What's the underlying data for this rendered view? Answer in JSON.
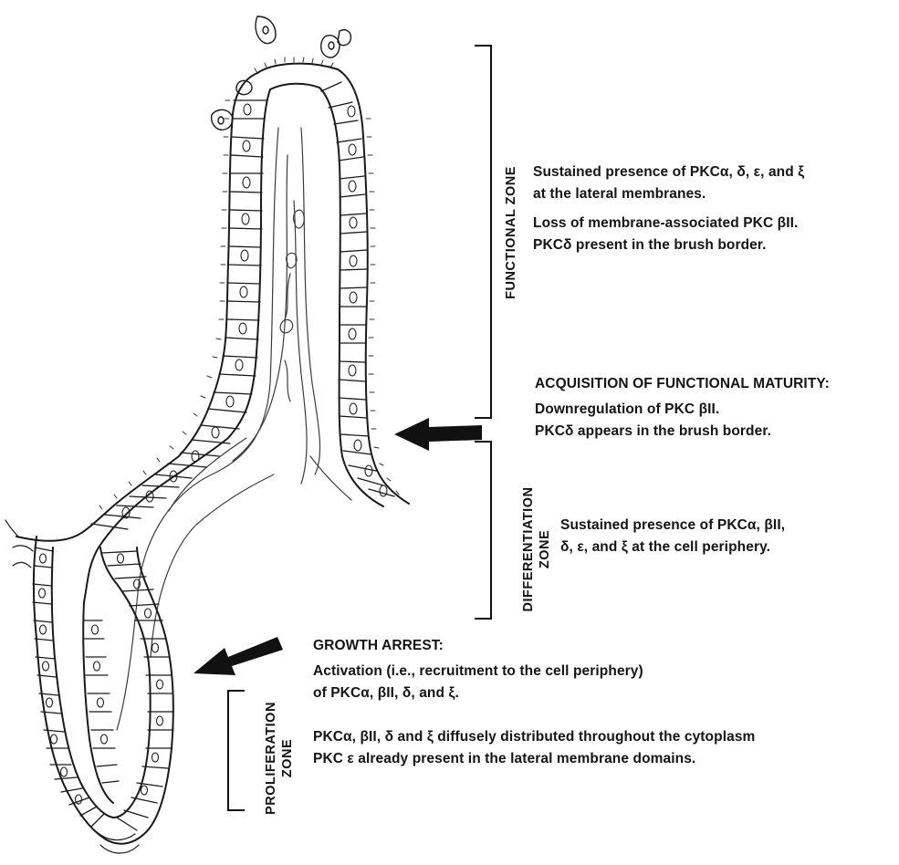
{
  "zones": {
    "functional": {
      "label": "FUNCTIONAL ZONE",
      "lines": [
        "Sustained presence of PKCα, δ, ε, and ξ",
        "at the lateral membranes.",
        "Loss of membrane-associated PKC βII.",
        "PKCδ present in the brush border."
      ]
    },
    "differentiation": {
      "label_line1": "DIFFERENTIATION",
      "label_line2": "ZONE",
      "lines": [
        "Sustained presence of PKCα, βII,",
        "δ, ε, and ξ at the cell periphery."
      ]
    },
    "proliferation": {
      "label_line1": "PROLIFERATION",
      "label_line2": "ZONE",
      "lines": [
        "PKCα, βII, δ and ξ diffusely distributed throughout the cytoplasm",
        "PKC ε already present in the lateral membrane domains."
      ]
    }
  },
  "transitions": {
    "maturity": {
      "title": "ACQUISITION OF FUNCTIONAL MATURITY:",
      "lines": [
        "Downregulation of PKC βII.",
        "PKCδ appears in the brush border."
      ]
    },
    "growth_arrest": {
      "title": "GROWTH ARREST:",
      "lines": [
        "Activation (i.e., recruitment to the cell periphery)",
        "of PKCα, βII, δ, and ξ."
      ]
    }
  }
}
